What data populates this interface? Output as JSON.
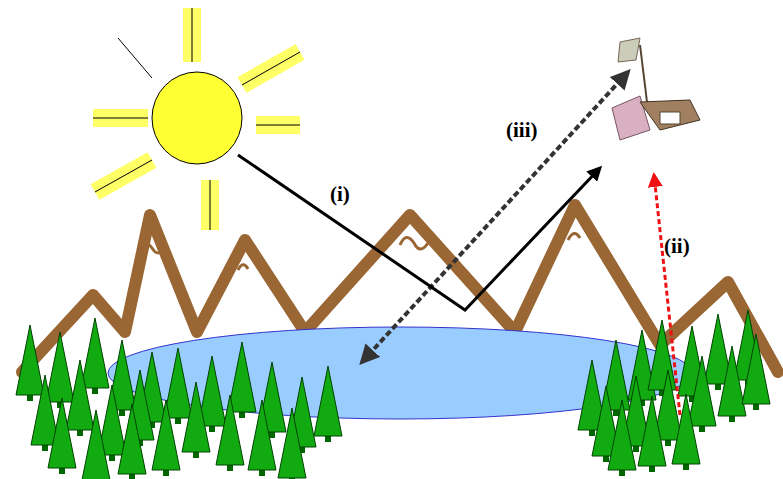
{
  "diagram": {
    "labels": [
      "(i)",
      "(ii)",
      "(iii)"
    ]
  }
}
